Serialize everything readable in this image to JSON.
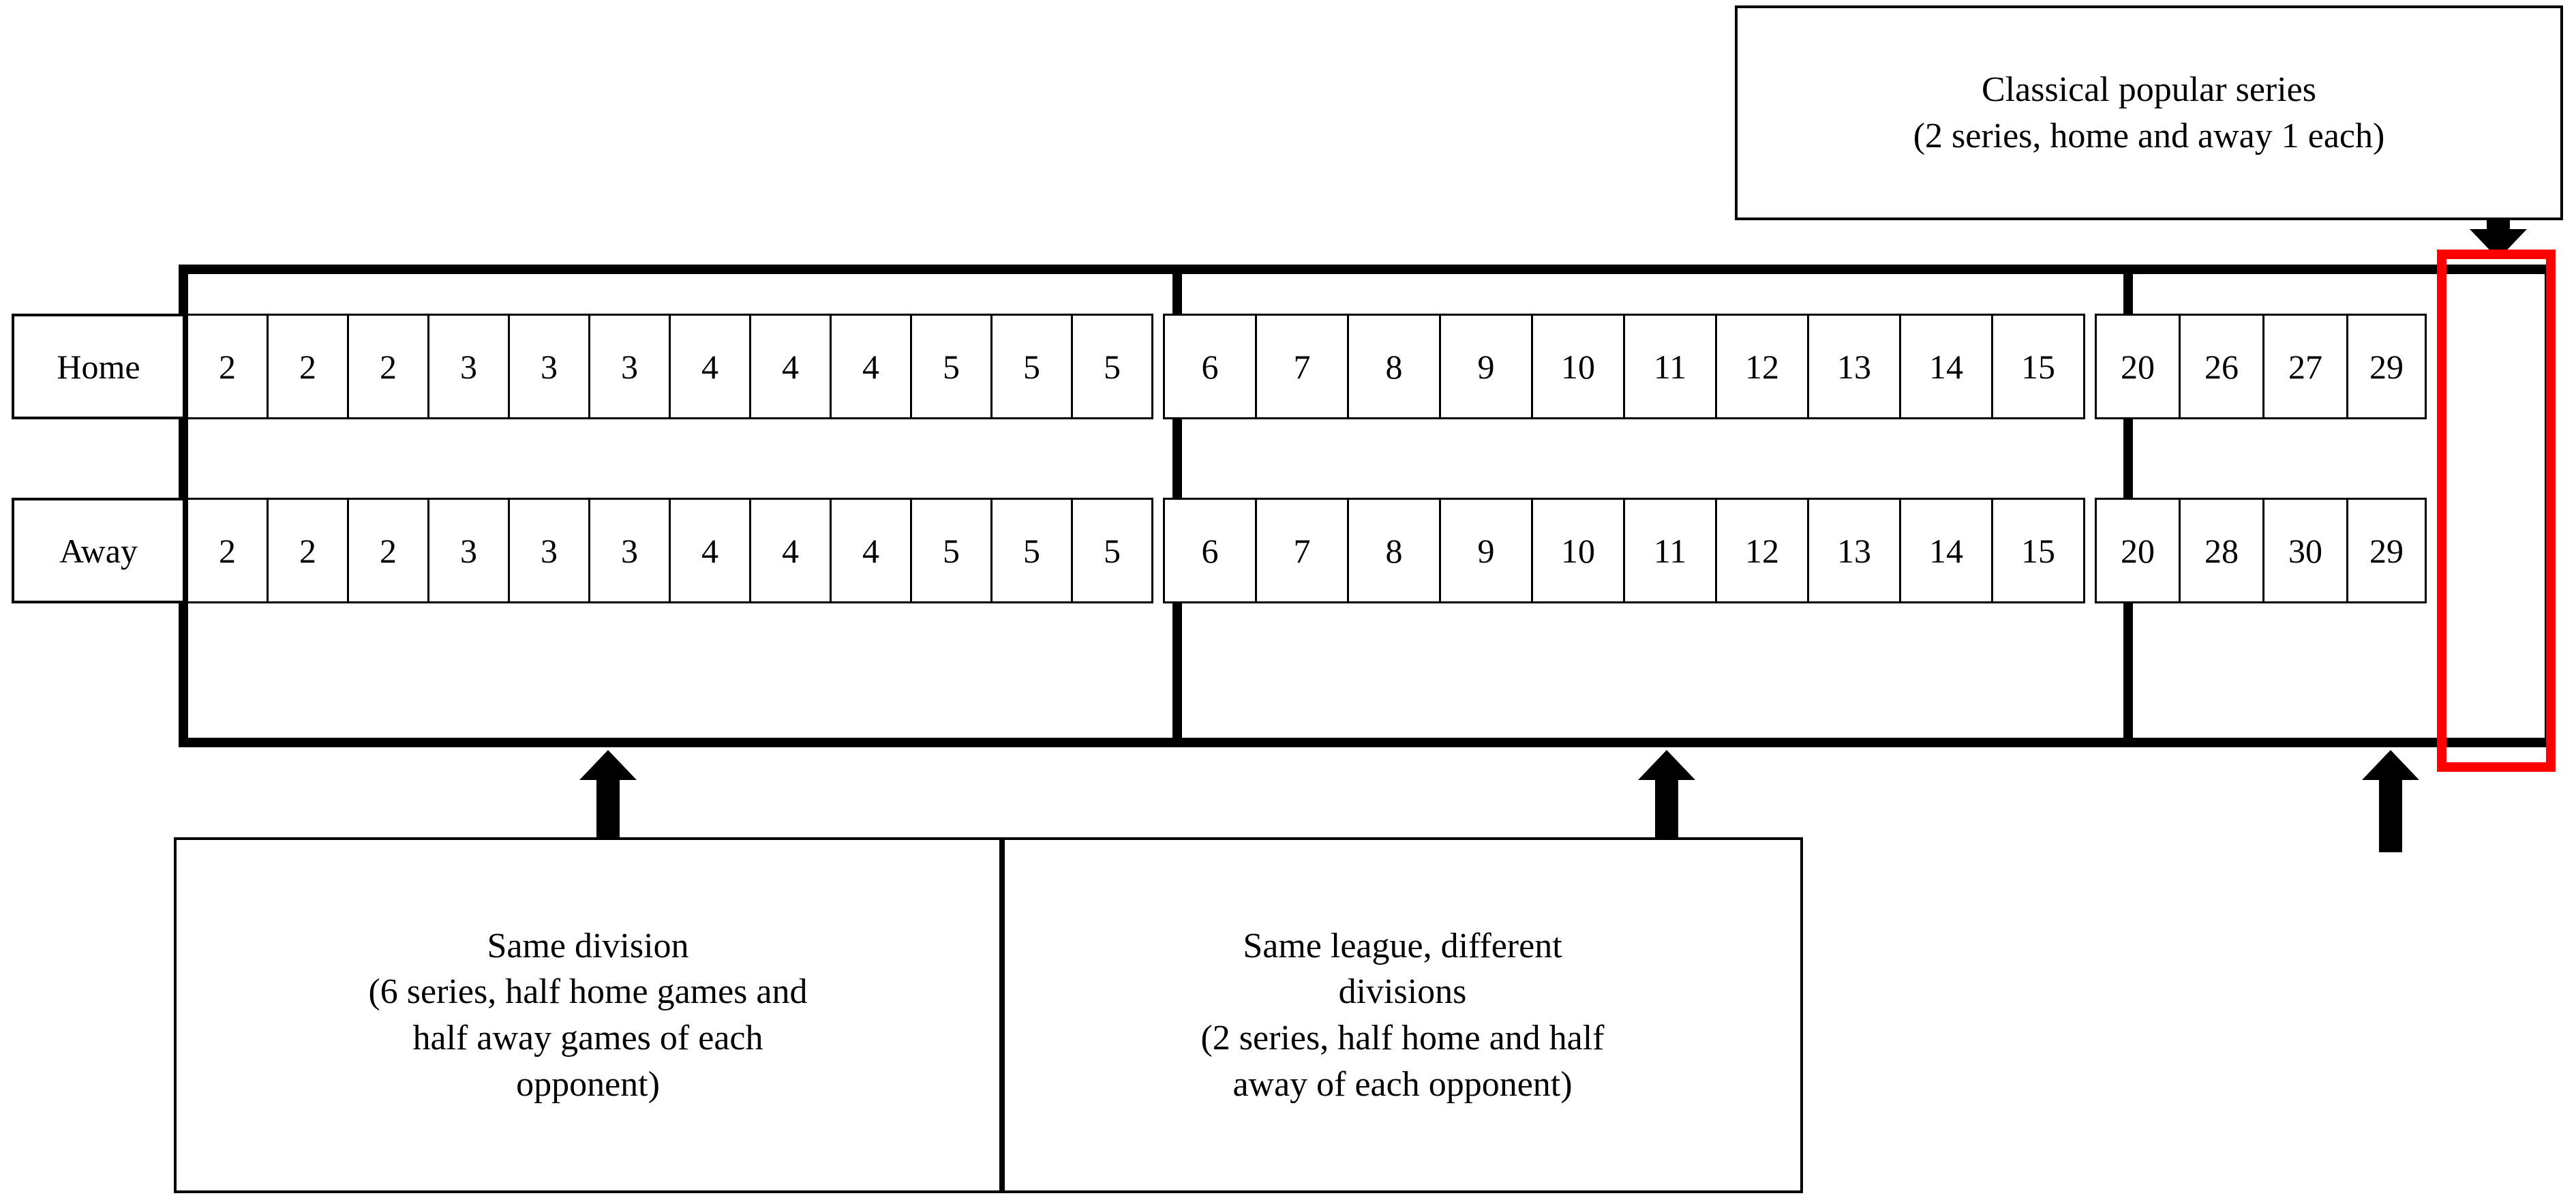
{
  "diagram": {
    "title": "MLB season series structure strip",
    "colors": {
      "frame": "#000000",
      "highlight": "#ff0000",
      "background": "#ffffff"
    },
    "rows": [
      {
        "key": "home",
        "label": "Home"
      },
      {
        "key": "away",
        "label": "Away"
      }
    ],
    "groups": [
      {
        "key": "same-division",
        "cell_count": 12,
        "home": [
          "2",
          "2",
          "2",
          "3",
          "3",
          "3",
          "4",
          "4",
          "4",
          "5",
          "5",
          "5"
        ],
        "away": [
          "2",
          "2",
          "2",
          "3",
          "3",
          "3",
          "4",
          "4",
          "4",
          "5",
          "5",
          "5"
        ]
      },
      {
        "key": "same-league-different-divisions",
        "cell_count": 10,
        "home": [
          "6",
          "7",
          "8",
          "9",
          "10",
          "11",
          "12",
          "13",
          "14",
          "15"
        ],
        "away": [
          "6",
          "7",
          "8",
          "9",
          "10",
          "11",
          "12",
          "13",
          "14",
          "15"
        ]
      },
      {
        "key": "interleague",
        "cell_count": 3,
        "home": [
          "20",
          "26",
          "27"
        ],
        "away": [
          "20",
          "28",
          "30"
        ]
      },
      {
        "key": "classical-popular-series",
        "cell_count": 1,
        "highlighted": true,
        "home": [
          "29"
        ],
        "away": [
          "29"
        ]
      }
    ],
    "callouts": {
      "classical": {
        "name": "classical-popular-series-callout",
        "lines": [
          "Classical popular series",
          "(2 series, home and away 1 each)"
        ]
      },
      "same_division": {
        "name": "same-division-callout",
        "lines": [
          "Same division",
          "(6 series, half home games and",
          "half away games of each",
          "opponent)"
        ]
      },
      "same_league": {
        "name": "same-league-different-divisions-callout",
        "lines": [
          "Same league, different",
          "divisions",
          "(2 series, half home and half",
          "away of each opponent)"
        ]
      }
    }
  }
}
